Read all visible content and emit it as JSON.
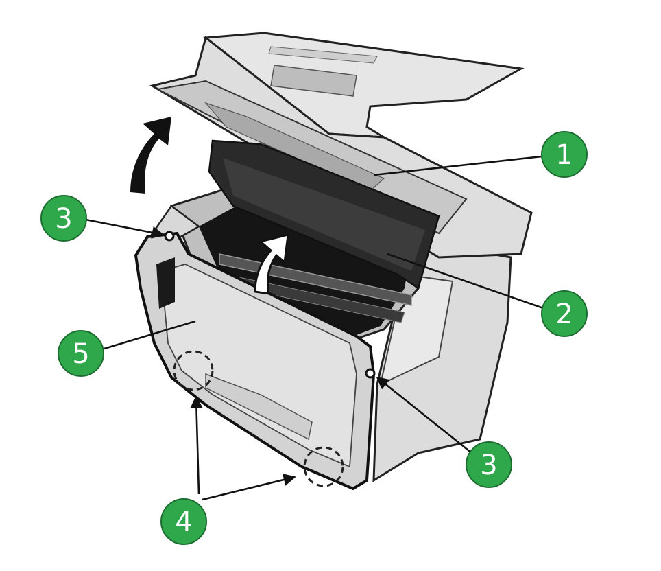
{
  "colors": {
    "callout_fill": "#2ea84a",
    "callout_stroke": "#1d6d31",
    "line": "#111111",
    "body_light": "#e8e8e8",
    "body_mid": "#c9c9c9",
    "body_dark": "#1a1a1a"
  },
  "callouts": [
    {
      "id": "c1",
      "label": "1"
    },
    {
      "id": "c2",
      "label": "2"
    },
    {
      "id": "c3a",
      "label": "3"
    },
    {
      "id": "c3b",
      "label": "3"
    },
    {
      "id": "c4",
      "label": "4"
    },
    {
      "id": "c5",
      "label": "5"
    }
  ]
}
